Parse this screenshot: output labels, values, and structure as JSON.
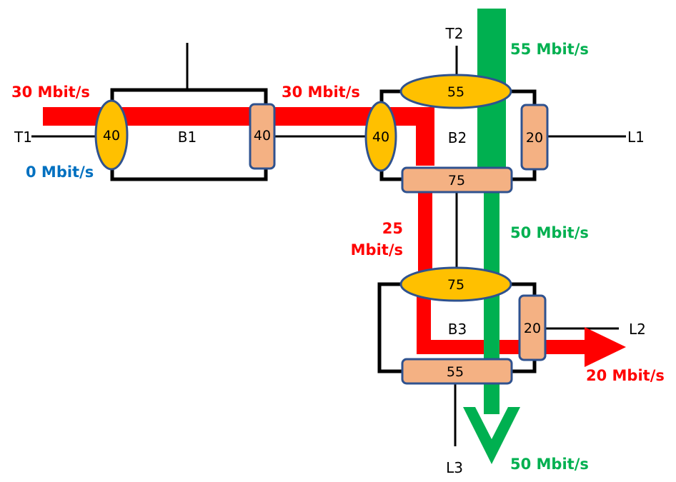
{
  "colors": {
    "red_flow": "#ff0000",
    "green_flow": "#00b050",
    "blue_text": "#0070c0",
    "port_ellipse": "#ffc000",
    "port_rect": "#f4b183",
    "port_border": "#2f528f"
  },
  "nodes": {
    "t1": "T1",
    "t2": "T2",
    "l1": "L1",
    "l2": "L2",
    "l3": "L3",
    "b1": "B1",
    "b2": "B2",
    "b3": "B3"
  },
  "ports": {
    "b1_left": "40",
    "b1_right": "40",
    "b2_left": "40",
    "b2_top": "55",
    "b2_right": "20",
    "b2_bottom": "75",
    "b3_top": "75",
    "b3_right": "20",
    "b3_bottom": "55"
  },
  "rates": {
    "t1_red": "30 Mbit/s",
    "t1_blue": "0 Mbit/s",
    "b1_b2_red": "30 Mbit/s",
    "t2_green": "55 Mbit/s",
    "b2_b3_red_line1": "25",
    "b2_b3_red_line2": "Mbit/s",
    "b2_b3_green": "50 Mbit/s",
    "l2_red": "20 Mbit/s",
    "l3_green": "50 Mbit/s"
  }
}
